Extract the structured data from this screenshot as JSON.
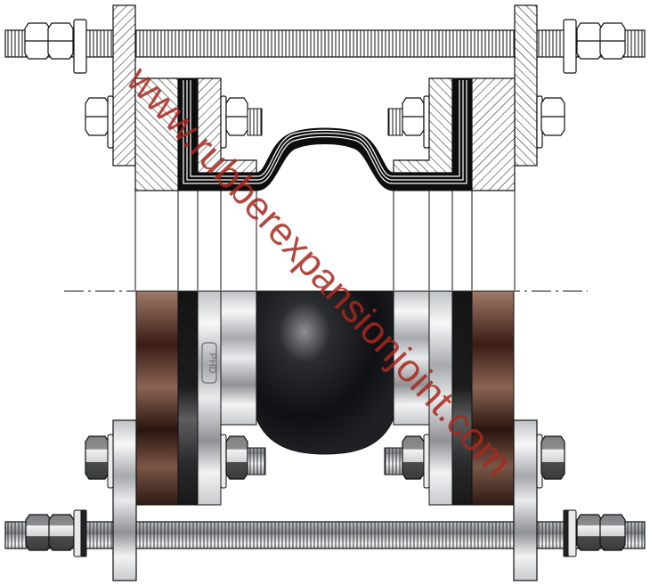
{
  "figure": {
    "subject": "Rubber expansion joint — section view (top) and exterior view (bottom)",
    "watermark": "www.rubberexpansionjoint.com",
    "emblem_text": "PHD",
    "colors": {
      "background": "#ffffff",
      "outline": "#111111",
      "watermark": "#a8281e",
      "rubber_body": "#16171a",
      "flange_copper": "#4a2c24",
      "steel": "#d7d9dc"
    }
  }
}
